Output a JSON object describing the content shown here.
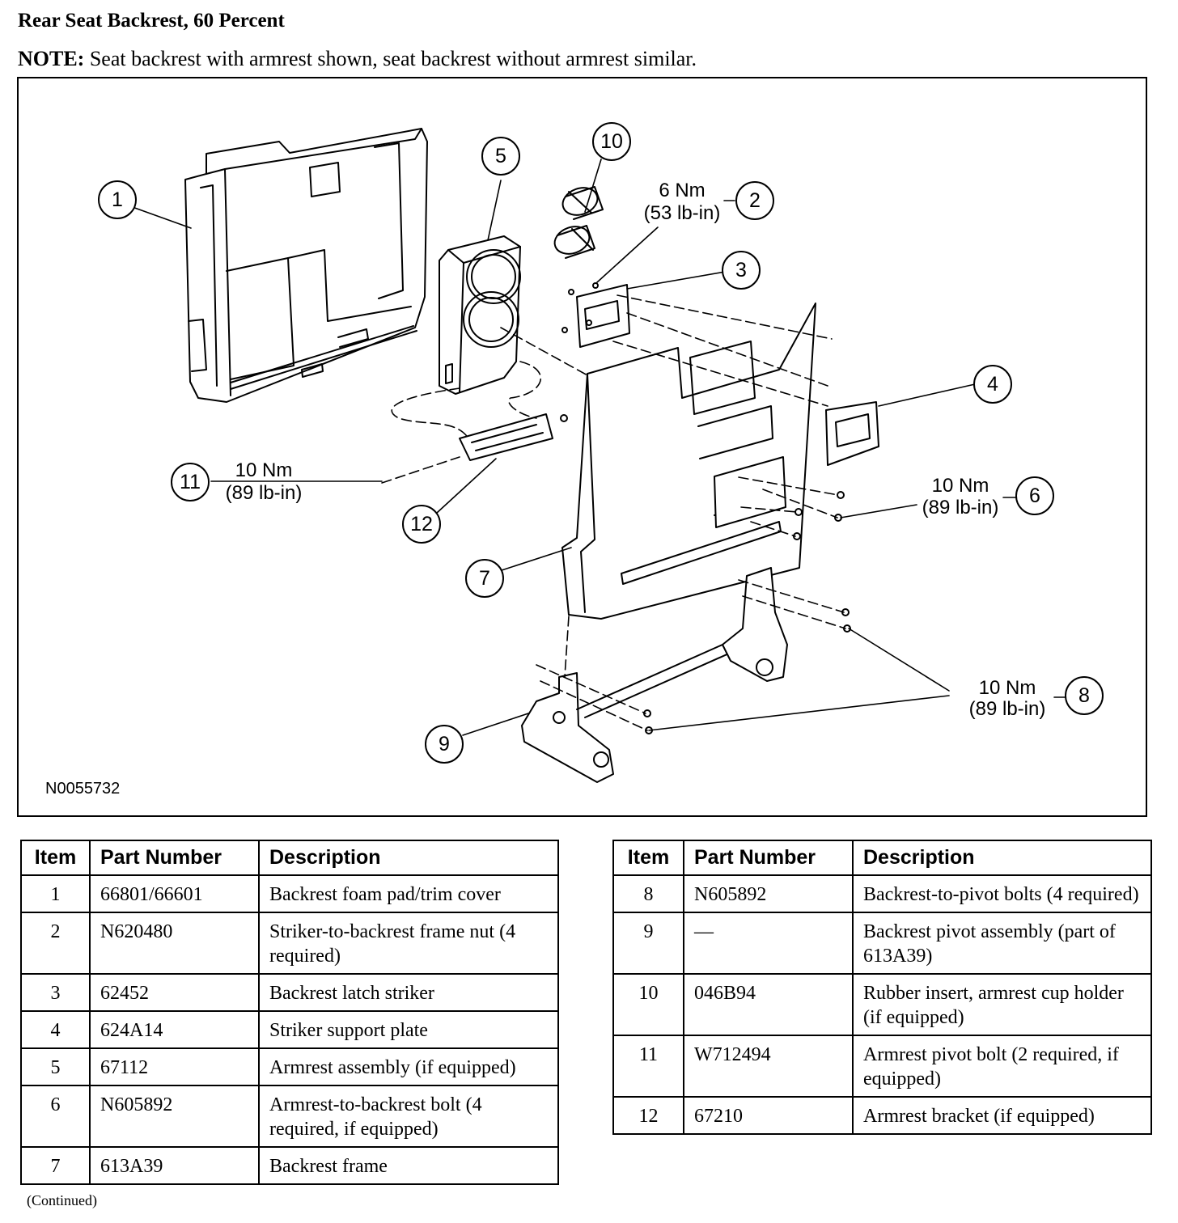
{
  "title": "Rear Seat Backrest, 60 Percent",
  "note": {
    "label": "NOTE:",
    "text": "Seat backrest with armrest shown, seat backrest without armrest similar."
  },
  "diagram": {
    "figure_id": "N0055732",
    "callouts": [
      {
        "num": "1"
      },
      {
        "num": "2",
        "torque": [
          "6 Nm",
          "(53 lb-in)"
        ]
      },
      {
        "num": "3"
      },
      {
        "num": "4"
      },
      {
        "num": "5"
      },
      {
        "num": "6",
        "torque": [
          "10 Nm",
          "(89 lb-in)"
        ]
      },
      {
        "num": "7"
      },
      {
        "num": "8",
        "torque": [
          "10 Nm",
          "(89 lb-in)"
        ]
      },
      {
        "num": "9"
      },
      {
        "num": "10"
      },
      {
        "num": "11",
        "torque": [
          "10 Nm",
          "(89 lb-in)"
        ]
      },
      {
        "num": "12"
      }
    ]
  },
  "table": {
    "headers": [
      "Item",
      "Part Number",
      "Description"
    ],
    "left_rows": [
      {
        "item": "1",
        "part": "66801/66601",
        "desc": "Backrest foam pad/trim cover"
      },
      {
        "item": "2",
        "part": "N620480",
        "desc": "Striker-to-backrest frame nut (4 required)"
      },
      {
        "item": "3",
        "part": "62452",
        "desc": "Backrest latch striker"
      },
      {
        "item": "4",
        "part": "624A14",
        "desc": "Striker support plate"
      },
      {
        "item": "5",
        "part": "67112",
        "desc": "Armrest assembly (if equipped)"
      },
      {
        "item": "6",
        "part": "N605892",
        "desc": "Armrest-to-backrest bolt (4 required, if equipped)"
      },
      {
        "item": "7",
        "part": "613A39",
        "desc": "Backrest frame"
      }
    ],
    "right_rows": [
      {
        "item": "8",
        "part": "N605892",
        "desc": "Backrest-to-pivot bolts (4 required)"
      },
      {
        "item": "9",
        "part": "—",
        "desc": "Backrest pivot assembly (part of 613A39)"
      },
      {
        "item": "10",
        "part": "046B94",
        "desc": "Rubber insert, armrest cup holder (if equipped)"
      },
      {
        "item": "11",
        "part": "W712494",
        "desc": "Armrest pivot bolt (2 required, if equipped)"
      },
      {
        "item": "12",
        "part": "67210",
        "desc": "Armrest bracket (if equipped)"
      }
    ]
  },
  "continued": "(Continued)"
}
